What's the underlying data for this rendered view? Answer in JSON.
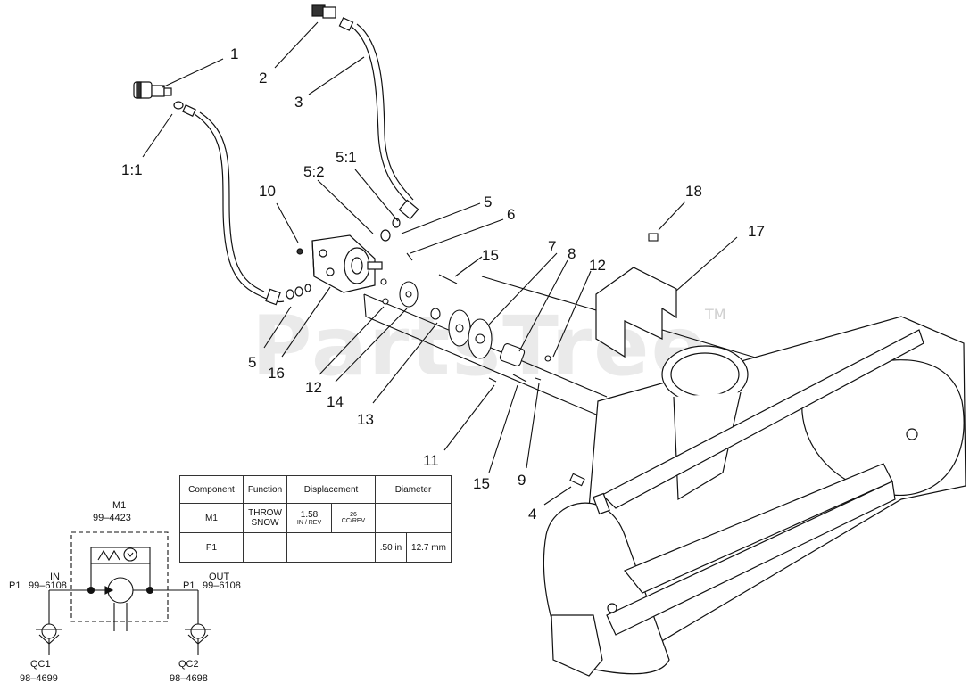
{
  "watermark": {
    "text": "PartsTree",
    "tm": "TM"
  },
  "callouts": [
    {
      "id": "c1",
      "text": "1"
    },
    {
      "id": "c1_1",
      "text": "1:1"
    },
    {
      "id": "c2",
      "text": "2"
    },
    {
      "id": "c3",
      "text": "3"
    },
    {
      "id": "c10",
      "text": "10"
    },
    {
      "id": "c5_2",
      "text": "5:2"
    },
    {
      "id": "c5_1",
      "text": "5:1"
    },
    {
      "id": "c5a",
      "text": "5"
    },
    {
      "id": "c6",
      "text": "6"
    },
    {
      "id": "c15a",
      "text": "15"
    },
    {
      "id": "c7",
      "text": "7"
    },
    {
      "id": "c8",
      "text": "8"
    },
    {
      "id": "c12a",
      "text": "12"
    },
    {
      "id": "c18",
      "text": "18"
    },
    {
      "id": "c17",
      "text": "17"
    },
    {
      "id": "c5b",
      "text": "5"
    },
    {
      "id": "c16",
      "text": "16"
    },
    {
      "id": "c12b",
      "text": "12"
    },
    {
      "id": "c14",
      "text": "14"
    },
    {
      "id": "c13",
      "text": "13"
    },
    {
      "id": "c11",
      "text": "11"
    },
    {
      "id": "c15b",
      "text": "15"
    },
    {
      "id": "c9",
      "text": "9"
    },
    {
      "id": "c4",
      "text": "4"
    }
  ],
  "table": {
    "headers": [
      "Component",
      "Function",
      "Displacement",
      "Diameter"
    ],
    "rows": [
      {
        "component": "M1",
        "function_1": "THROW",
        "function_2": "SNOW",
        "disp_in": "1.58",
        "disp_in_unit": "IN / REV",
        "disp_cc": "26",
        "disp_cc_unit": "CC/REV",
        "dia_in": "",
        "dia_mm": ""
      },
      {
        "component": "P1",
        "function_1": "",
        "function_2": "",
        "disp_in": "",
        "disp_in_unit": "",
        "disp_cc": "",
        "disp_cc_unit": "",
        "dia_in": ".50 in",
        "dia_mm": "12.7 mm"
      }
    ]
  },
  "schematic": {
    "m1": "M1",
    "m1_part": "99–4423",
    "in_label": "IN",
    "in_p1": "P1",
    "in_part": "99–6108",
    "out_label": "OUT",
    "out_p1": "P1",
    "out_part": "99–6108",
    "qc1": "QC1",
    "qc1_part": "98–4699",
    "qc2": "QC2",
    "qc2_part": "98–4698"
  }
}
